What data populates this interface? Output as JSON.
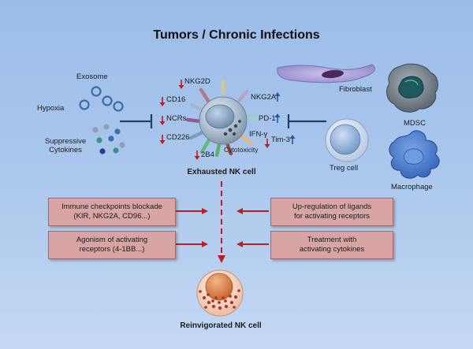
{
  "title": "Tumors / Chronic Infections",
  "left_factors": {
    "exosome": "Exosome",
    "hypoxia": "Hypoxia",
    "suppressive_cytokines_line1": "Suppressive",
    "suppressive_cytokines_line2": "Cytokines"
  },
  "nk_cell": {
    "label": "Exhausted NK cell",
    "receptors": {
      "nkg2d": "NKG2D",
      "cd16": "CD16",
      "ncrs": "NCRs",
      "cd226": "CD226",
      "b4": "2B4",
      "nkg2a": "NKG2A",
      "pd1": "PD-1",
      "tim3": "Tim-3",
      "ifng": "IFN-γ",
      "cytotoxicity": "Cytotoxicity"
    }
  },
  "right_cells": {
    "fibroblast": "Fibroblast",
    "mdsc": "MDSC",
    "treg": "Treg cell",
    "macrophage": "Macrophage"
  },
  "strategies": {
    "top_left_line1": "Immune checkpoints blockade",
    "top_left_line2": "(KIR, NKG2A, CD96...)",
    "bottom_left_line1": "Agonism of activating",
    "bottom_left_line2": "receptors (4-1BB...)",
    "top_right_line1": "Up-regulation of ligands",
    "top_right_line2": "for activating receptors",
    "bottom_right_line1": "Treatment with",
    "bottom_right_line2": "activating cytokines"
  },
  "result": {
    "label": "Reinvigorated NK cell"
  },
  "colors": {
    "background_top": "#9bbde8",
    "box_fill": "#d9a4a4",
    "box_border": "#a46a6a",
    "arrow_red": "#b81e22",
    "arrow_blue": "#1f5aa8",
    "inhibit_line": "#1f3f66"
  }
}
